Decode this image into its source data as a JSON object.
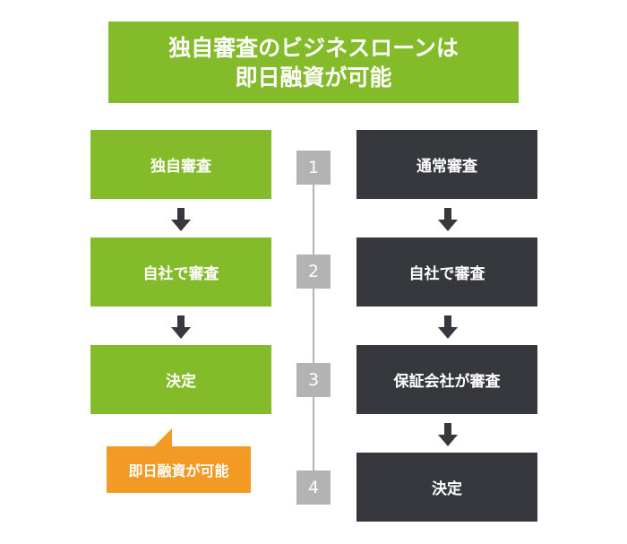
{
  "title": {
    "line1": "独自審査のビジネスローンは",
    "line2": "即日融資が可能"
  },
  "left_flow": {
    "steps": [
      "独自審査",
      "自社で審査",
      "決定"
    ],
    "callout": "即日融資が可能"
  },
  "right_flow": {
    "steps": [
      "通常審査",
      "自社で審査",
      "保証会社が審査",
      "決定"
    ]
  },
  "timeline": {
    "steps": [
      "1",
      "2",
      "3",
      "4"
    ]
  },
  "colors": {
    "green": "#84bb2a",
    "dark": "#36383d",
    "gray": "#b3b3b3",
    "orange": "#f39a25"
  }
}
